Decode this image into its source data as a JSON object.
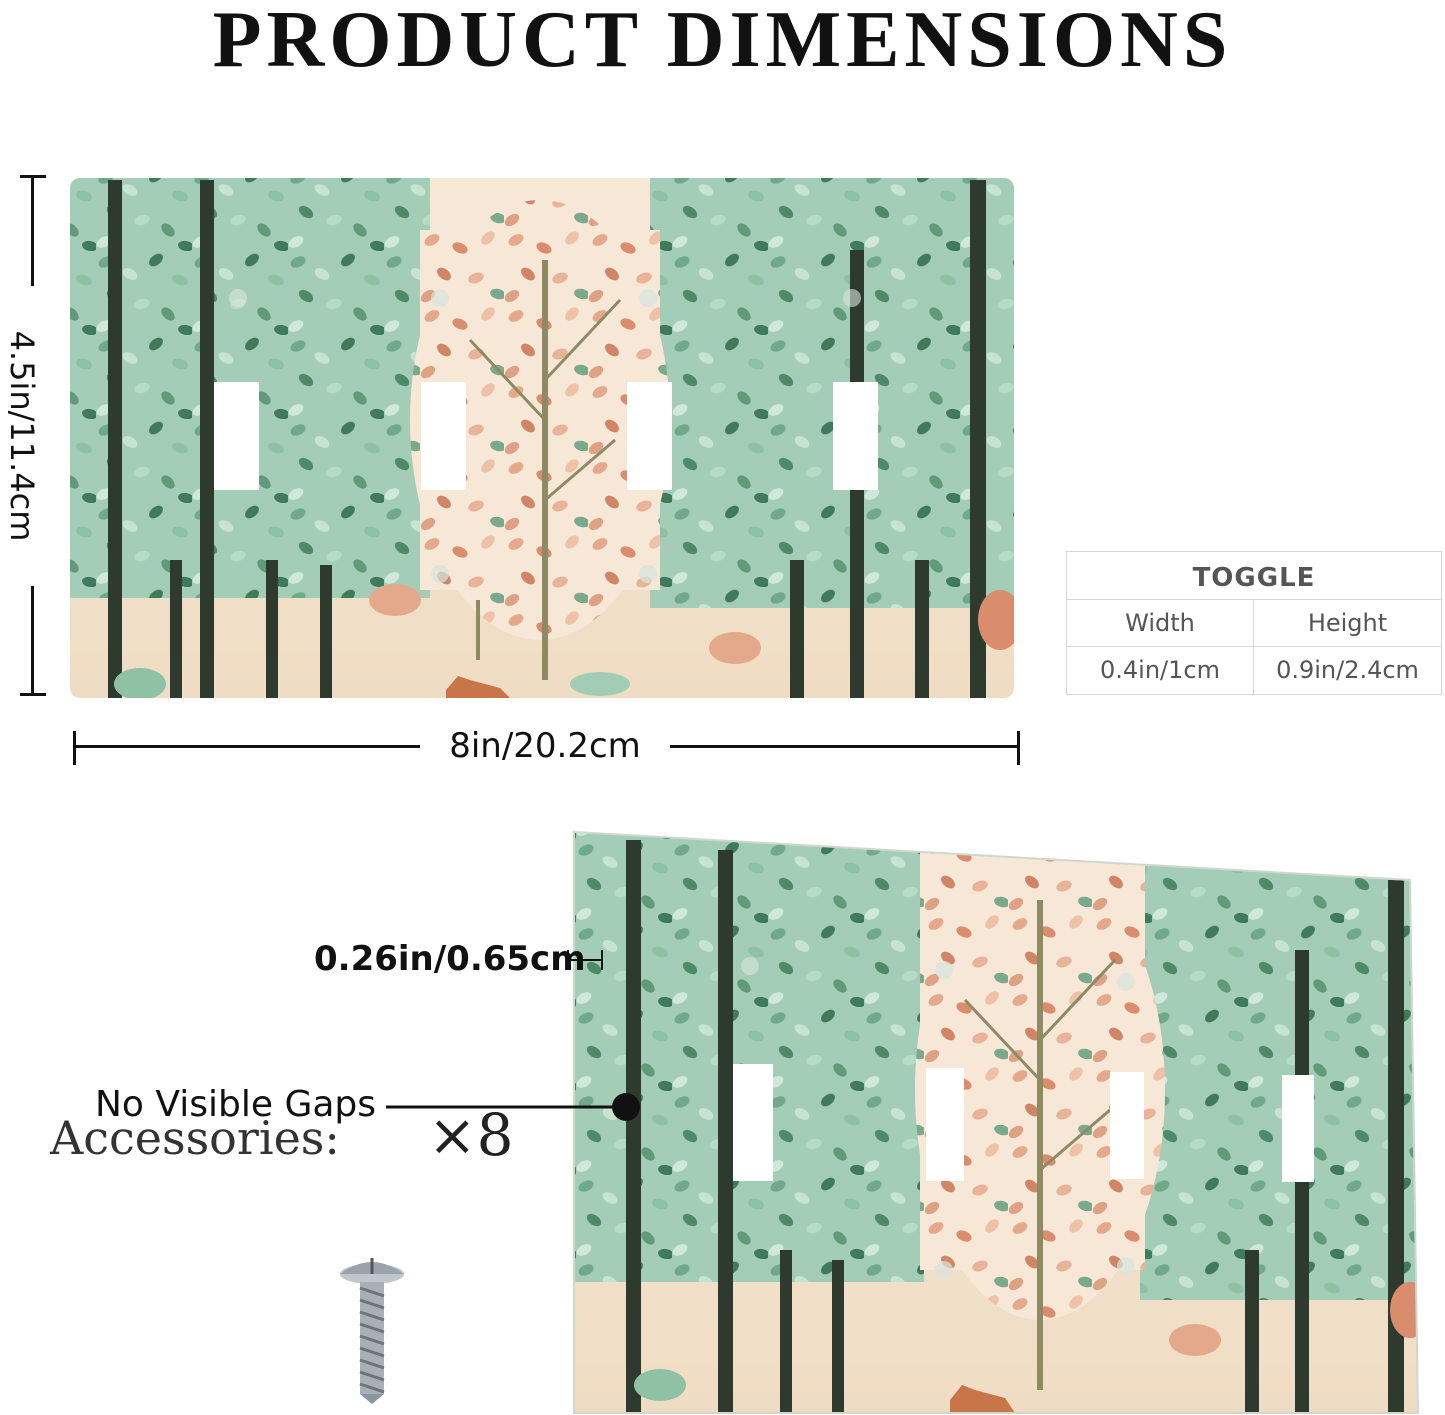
{
  "header": {
    "title": "PRODUCT DIMENSIONS"
  },
  "dimensions": {
    "width_label": "8in/20.2cm",
    "height_label": "4.5in/11.4cm",
    "thickness_label": "0.26in/0.65cm"
  },
  "toggle_table": {
    "title": "TOGGLE",
    "columns": [
      "Width",
      "Height"
    ],
    "values": [
      "0.4in/1cm",
      "0.9in/2.4cm"
    ]
  },
  "callouts": {
    "gaps": "No Visible Gaps"
  },
  "accessories": {
    "label": "Accessories:",
    "count": "×8",
    "icon": "screw-icon"
  },
  "colors": {
    "mint": "#a9d4bd",
    "dark_leaf": "#3f7a5b",
    "peach": "#e4a98a",
    "cream": "#f6ead7",
    "trunk": "#2f3a2e"
  }
}
